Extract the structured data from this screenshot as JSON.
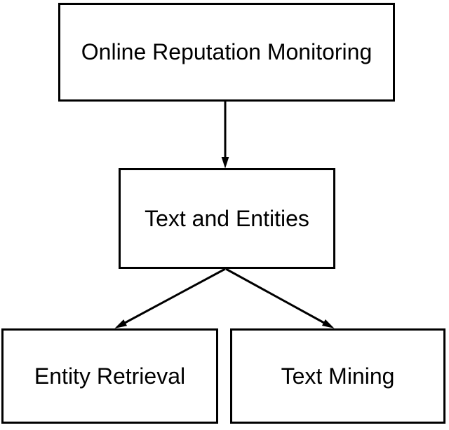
{
  "diagram": {
    "type": "flowchart",
    "colors": {
      "background": "#ffffff",
      "node_fill": "#ffffff",
      "node_border": "#000000",
      "text": "#000000",
      "arrow": "#000000"
    },
    "nodes": [
      {
        "id": "online-reputation-monitoring",
        "label": "Online Reputation Monitoring"
      },
      {
        "id": "text-and-entities",
        "label": "Text and Entities"
      },
      {
        "id": "entity-retrieval",
        "label": "Entity Retrieval"
      },
      {
        "id": "text-mining",
        "label": "Text Mining"
      }
    ],
    "edges": [
      {
        "from": "Online Reputation Monitoring",
        "to": "Text and Entities",
        "arrow": "down"
      },
      {
        "from": "Text and Entities",
        "to": "Entity Retrieval",
        "arrow": "down-left"
      },
      {
        "from": "Text and Entities",
        "to": "Text Mining",
        "arrow": "down-right"
      }
    ]
  }
}
